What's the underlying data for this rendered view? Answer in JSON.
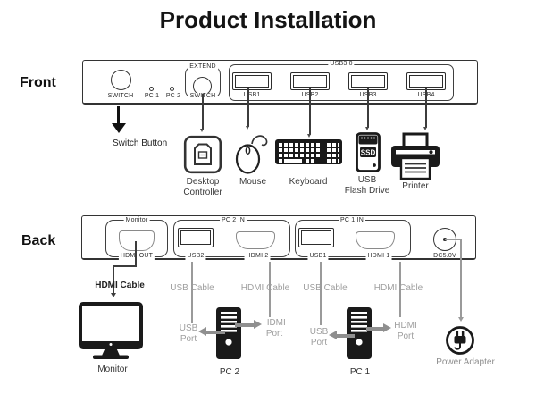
{
  "title": "Product Installation",
  "colors": {
    "icon_dark": "#1a1a1a",
    "panel_border": "#333333",
    "cable_gray": "#9a9a9a",
    "label_gray": "#9e9e9e",
    "arrow_gray": "#8f8f8f"
  },
  "front": {
    "section_label": "Front",
    "switch_circle_label": "SWITCH",
    "pc1_led_label": "PC 1",
    "pc2_led_label": "PC 2",
    "extend_label": "EXTEND",
    "extend_switch_label": "SWITCH",
    "usb_group_label": "USB3.0",
    "usb_port_labels": [
      "USB1",
      "USB2",
      "USB3",
      "USB4"
    ],
    "switch_button_caption": "Switch Button",
    "device_labels": {
      "desktop_controller": "Desktop\nController",
      "mouse": "Mouse",
      "keyboard": "Keyboard",
      "usb_flash_drive": "USB\nFlash Drive",
      "printer": "Printer"
    },
    "flash_drive_text": "SSD"
  },
  "back": {
    "section_label": "Back",
    "monitor_group": {
      "top": "Monitor",
      "bottom": "HDMI OUT"
    },
    "pc2_group": {
      "top": "PC 2 IN",
      "usb": "USB2",
      "hdmi": "HDMI 2"
    },
    "pc1_group": {
      "top": "PC 1 IN",
      "usb": "USB1",
      "hdmi": "HDMI 1"
    },
    "dc_label": "DC5.0V"
  },
  "connections": {
    "monitor_cable": "HDMI Cable",
    "pc2_usb_cable": "USB Cable",
    "pc2_hdmi_cable": "HDMI Cable",
    "pc1_usb_cable": "USB Cable",
    "pc1_hdmi_cable": "HDMI Cable",
    "pc2_usb_port": "USB\nPort",
    "pc2_hdmi_port": "HDMI\nPort",
    "pc1_usb_port": "USB\nPort",
    "pc1_hdmi_port": "HDMI\nPort",
    "monitor_label": "Monitor",
    "pc2_label": "PC 2",
    "pc1_label": "PC 1",
    "power_adapter_label": "Power Adapter"
  }
}
